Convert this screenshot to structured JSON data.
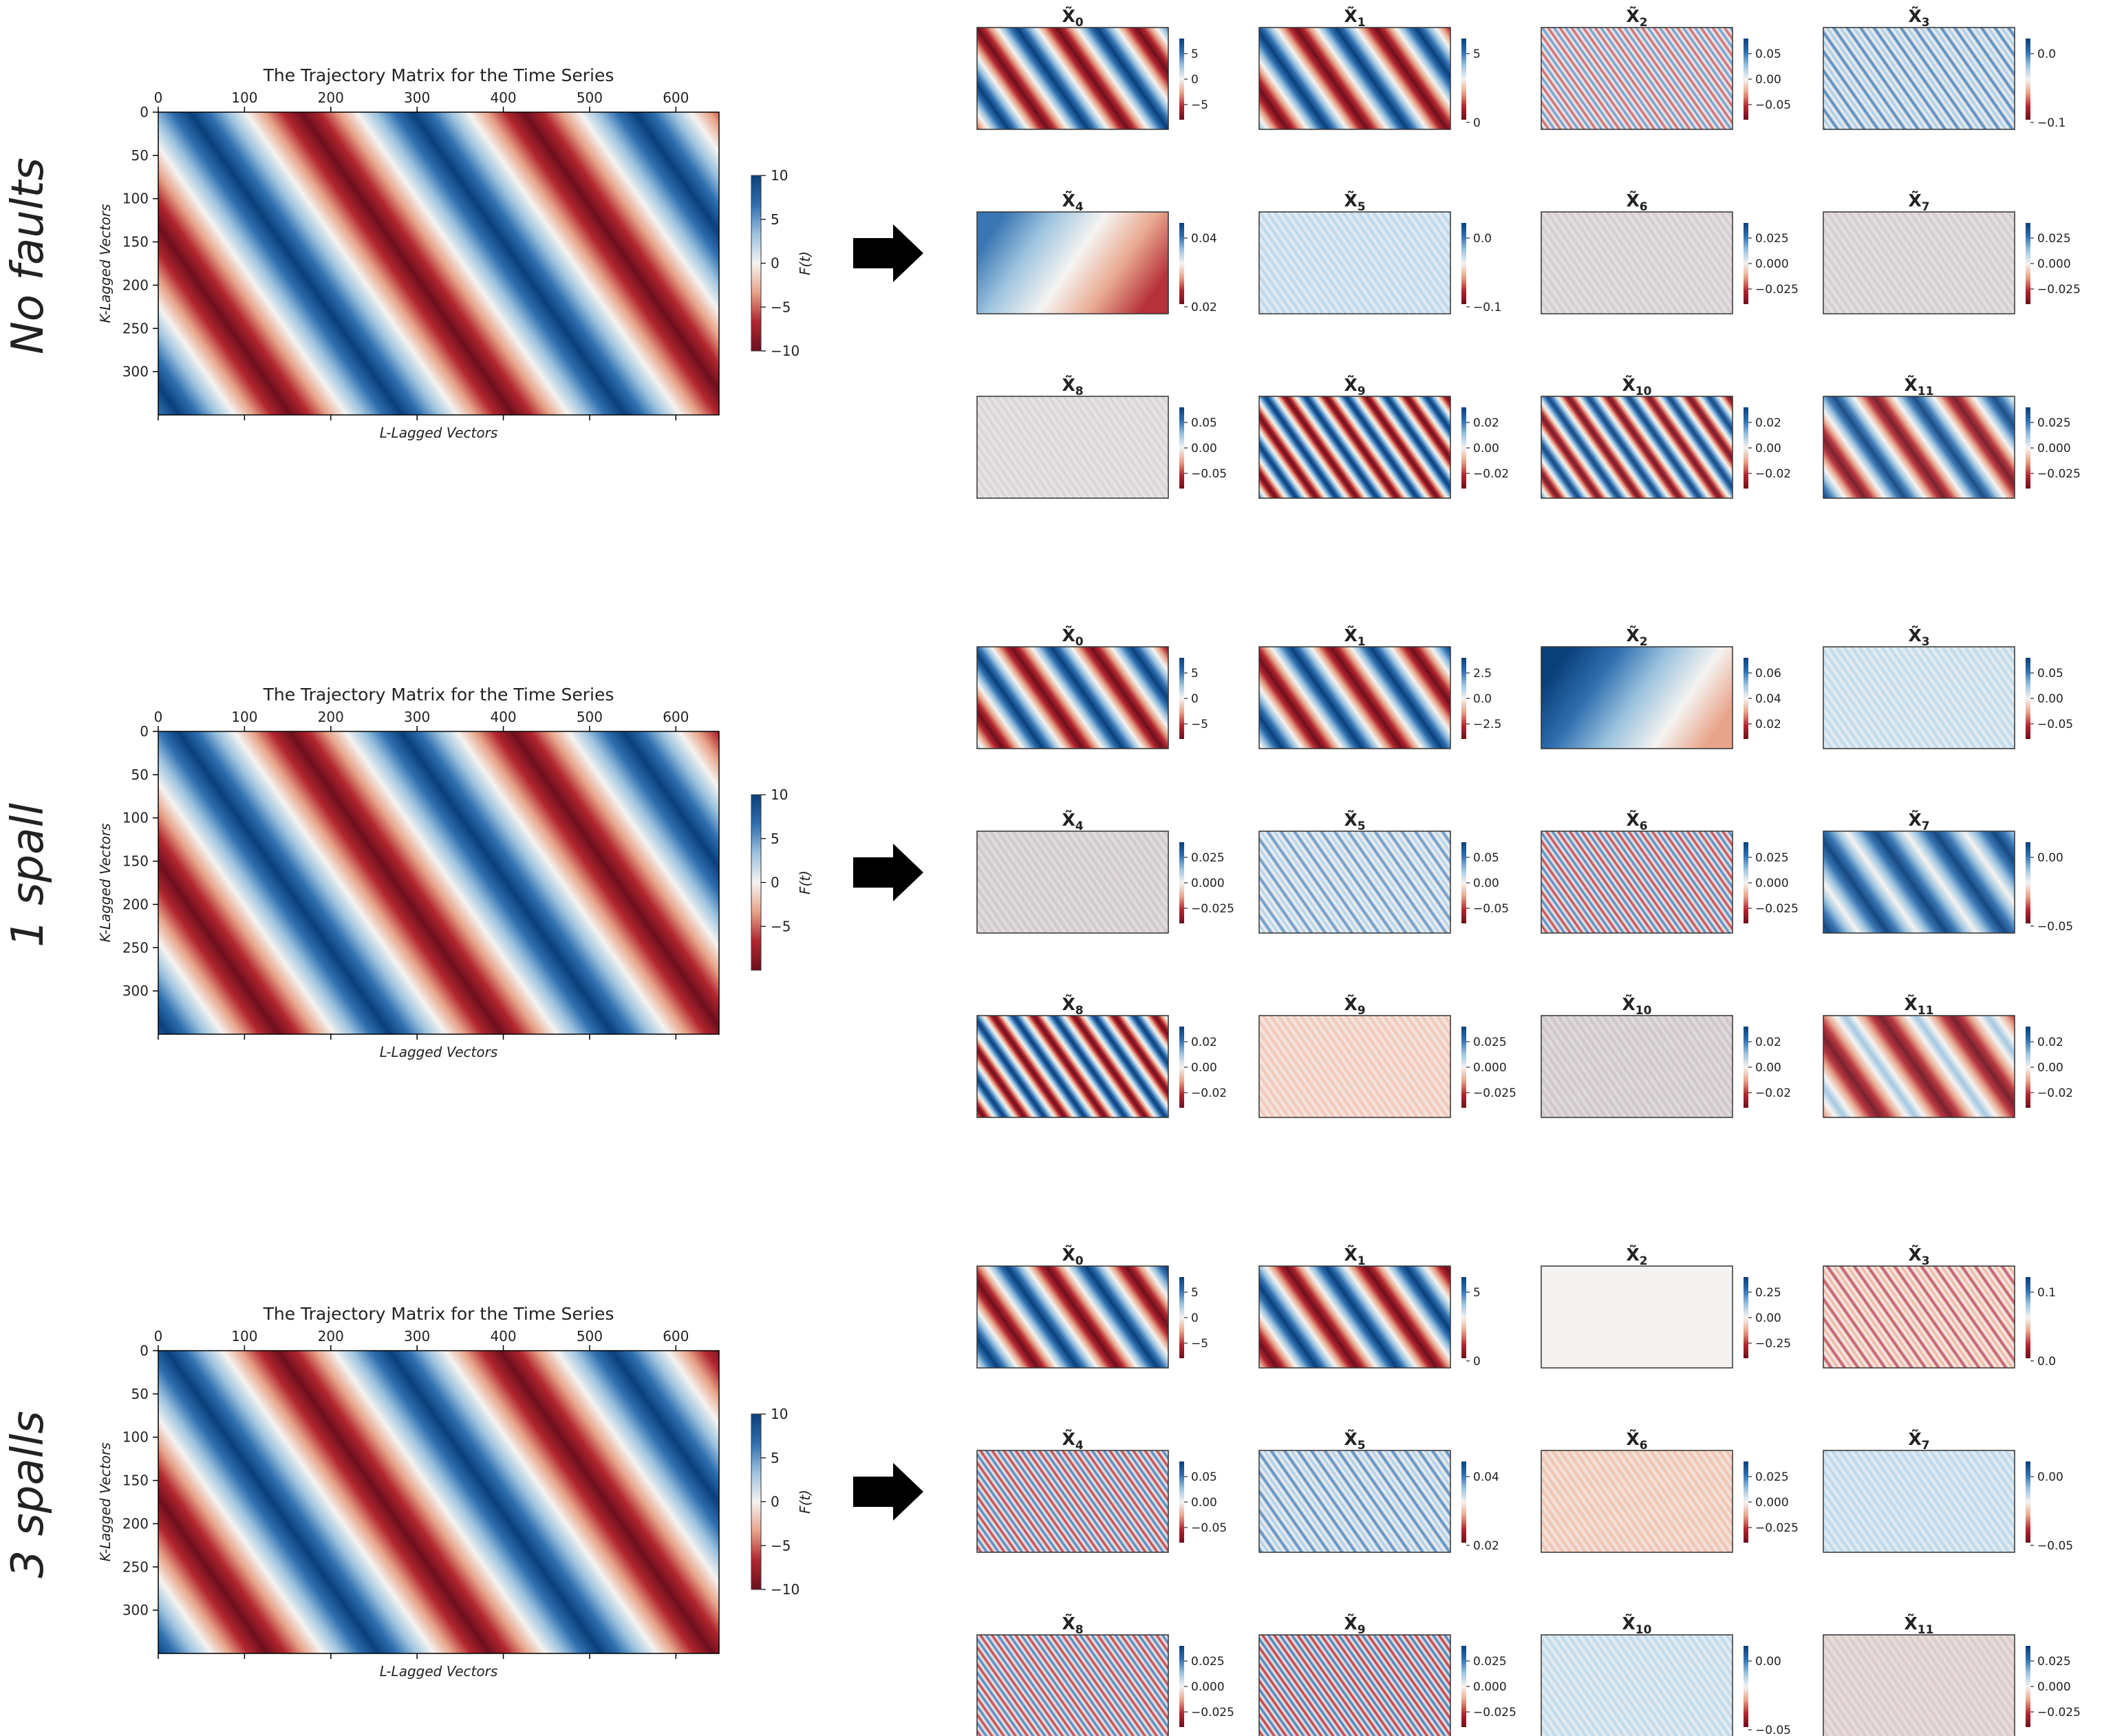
{
  "figure": {
    "rows": [
      {
        "id": "no-faults",
        "row_label": "No faults",
        "main": {
          "title": "The Trajectory Matrix for the Time Series",
          "xlabel": "L-Lagged Vectors",
          "ylabel": "K-Lagged Vectors",
          "cbar_label": "F(t)",
          "xticks": [
            0,
            100,
            200,
            300,
            400,
            500,
            600
          ],
          "yticks": [
            0,
            50,
            100,
            150,
            200,
            250,
            300
          ],
          "cbar_ticks": [
            "10",
            "5",
            "0",
            "−5",
            "−10"
          ]
        },
        "panels": [
          {
            "index": "0",
            "ticks": [
              "5",
              "0",
              "−5"
            ],
            "pattern": "wave-coarse",
            "strength": 1.0
          },
          {
            "index": "1",
            "ticks": [
              "5",
              "0"
            ],
            "pattern": "wave-coarse",
            "strength": 1.0
          },
          {
            "index": "2",
            "ticks": [
              "0.05",
              "0.00",
              "−0.05"
            ],
            "pattern": "fine-stripes",
            "strength": 0.55
          },
          {
            "index": "3",
            "ticks": [
              "0.0",
              "−0.1"
            ],
            "pattern": "fine-stripes-blue",
            "strength": 0.8
          },
          {
            "index": "4",
            "ticks": [
              "0.04",
              "0.02"
            ],
            "pattern": "gradient",
            "strength": 0.9
          },
          {
            "index": "5",
            "ticks": [
              "0.0",
              "−0.1"
            ],
            "pattern": "fine-blue-light",
            "strength": 0.45
          },
          {
            "index": "6",
            "ticks": [
              "0.025",
              "0.000",
              "−0.025"
            ],
            "pattern": "fine-gray",
            "strength": 0.35
          },
          {
            "index": "7",
            "ticks": [
              "0.025",
              "0.000",
              "−0.025"
            ],
            "pattern": "fine-gray",
            "strength": 0.35
          },
          {
            "index": "8",
            "ticks": [
              "0.05",
              "0.00",
              "−0.05"
            ],
            "pattern": "fine-gray",
            "strength": 0.2
          },
          {
            "index": "9",
            "ticks": [
              "0.02",
              "0.00",
              "−0.02"
            ],
            "pattern": "wave-medium",
            "strength": 1.0
          },
          {
            "index": "10",
            "ticks": [
              "0.02",
              "0.00",
              "−0.02"
            ],
            "pattern": "wave-medium",
            "strength": 0.9
          },
          {
            "index": "11",
            "ticks": [
              "0.025",
              "0.000",
              "−0.025"
            ],
            "pattern": "wave-coarse",
            "strength": 0.85
          }
        ]
      },
      {
        "id": "1-spall",
        "row_label": "1 spall",
        "main": {
          "title": "The Trajectory Matrix for the Time Series",
          "xlabel": "L-Lagged Vectors",
          "ylabel": "K-Lagged Vectors",
          "cbar_label": "F(t)",
          "xticks": [
            0,
            100,
            200,
            300,
            400,
            500,
            600
          ],
          "yticks": [
            0,
            50,
            100,
            150,
            200,
            250,
            300
          ],
          "cbar_ticks": [
            "10",
            "5",
            "0",
            "−5"
          ]
        },
        "panels": [
          {
            "index": "0",
            "ticks": [
              "5",
              "0",
              "−5"
            ],
            "pattern": "wave-coarse",
            "strength": 1.0
          },
          {
            "index": "1",
            "ticks": [
              "2.5",
              "0.0",
              "−2.5"
            ],
            "pattern": "wave-coarse",
            "strength": 1.0
          },
          {
            "index": "2",
            "ticks": [
              "0.06",
              "0.04",
              "0.02"
            ],
            "pattern": "gradient-blue",
            "strength": 1.0
          },
          {
            "index": "3",
            "ticks": [
              "0.05",
              "0.00",
              "−0.05"
            ],
            "pattern": "fine-blue-light",
            "strength": 0.4
          },
          {
            "index": "4",
            "ticks": [
              "0.025",
              "0.000",
              "−0.025"
            ],
            "pattern": "fine-gray",
            "strength": 0.45
          },
          {
            "index": "5",
            "ticks": [
              "0.05",
              "0.00",
              "−0.05"
            ],
            "pattern": "fine-stripes-blue",
            "strength": 0.6
          },
          {
            "index": "6",
            "ticks": [
              "0.025",
              "0.000",
              "−0.025"
            ],
            "pattern": "fine-stripes",
            "strength": 0.8
          },
          {
            "index": "7",
            "ticks": [
              "0.00",
              "−0.05"
            ],
            "pattern": "wave-coarse-blue",
            "strength": 0.9
          },
          {
            "index": "8",
            "ticks": [
              "0.02",
              "0.00",
              "−0.02"
            ],
            "pattern": "wave-medium",
            "strength": 1.0
          },
          {
            "index": "9",
            "ticks": [
              "0.025",
              "0.000",
              "−0.025"
            ],
            "pattern": "fine-red-light",
            "strength": 0.35
          },
          {
            "index": "10",
            "ticks": [
              "0.02",
              "0.00",
              "−0.02"
            ],
            "pattern": "fine-gray",
            "strength": 0.5
          },
          {
            "index": "11",
            "ticks": [
              "0.02",
              "0.00",
              "−0.02"
            ],
            "pattern": "wave-coarse-red",
            "strength": 0.85
          }
        ]
      },
      {
        "id": "3-spalls",
        "row_label": "3 spalls",
        "main": {
          "title": "The Trajectory Matrix for the Time Series",
          "xlabel": "L-Lagged Vectors",
          "ylabel": "K-Lagged Vectors",
          "cbar_label": "F(t)",
          "xticks": [
            0,
            100,
            200,
            300,
            400,
            500,
            600
          ],
          "yticks": [
            0,
            50,
            100,
            150,
            200,
            250,
            300
          ],
          "cbar_ticks": [
            "10",
            "5",
            "0",
            "−5",
            "−10"
          ]
        },
        "panels": [
          {
            "index": "0",
            "ticks": [
              "5",
              "0",
              "−5"
            ],
            "pattern": "wave-coarse",
            "strength": 1.0
          },
          {
            "index": "1",
            "ticks": [
              "5",
              "0"
            ],
            "pattern": "wave-coarse",
            "strength": 1.0
          },
          {
            "index": "2",
            "ticks": [
              "0.25",
              "0.00",
              "−0.25"
            ],
            "pattern": "flat",
            "strength": 0.0
          },
          {
            "index": "3",
            "ticks": [
              "0.1",
              "0.0"
            ],
            "pattern": "fine-red-stripes",
            "strength": 0.7
          },
          {
            "index": "4",
            "ticks": [
              "0.05",
              "0.00",
              "−0.05"
            ],
            "pattern": "fine-stripes",
            "strength": 0.85
          },
          {
            "index": "5",
            "ticks": [
              "0.04",
              "0.02"
            ],
            "pattern": "fine-stripes-blue",
            "strength": 0.75
          },
          {
            "index": "6",
            "ticks": [
              "0.025",
              "0.000",
              "−0.025"
            ],
            "pattern": "fine-red-light",
            "strength": 0.45
          },
          {
            "index": "7",
            "ticks": [
              "0.00",
              "−0.05"
            ],
            "pattern": "fine-blue-light",
            "strength": 0.45
          },
          {
            "index": "8",
            "ticks": [
              "0.025",
              "0.000",
              "−0.025"
            ],
            "pattern": "fine-stripes",
            "strength": 0.85
          },
          {
            "index": "9",
            "ticks": [
              "0.025",
              "0.000",
              "−0.025"
            ],
            "pattern": "fine-stripes",
            "strength": 0.95
          },
          {
            "index": "10",
            "ticks": [
              "0.00",
              "−0.05"
            ],
            "pattern": "fine-blue-light",
            "strength": 0.4
          },
          {
            "index": "11",
            "ticks": [
              "0.025",
              "0.000",
              "−0.025"
            ],
            "pattern": "fine-gray-red",
            "strength": 0.35
          }
        ]
      }
    ],
    "colors": {
      "blue_dark": "#0a3f7a",
      "blue": "#2f6fb0",
      "blue_light": "#9cc3df",
      "white": "#f5f3f1",
      "red_light": "#e8a48a",
      "red": "#b2262f",
      "red_dark": "#6e0f1d",
      "arrow": "#000000",
      "frame": "#333333"
    },
    "icons": {
      "arrow": "right-arrow-icon"
    }
  },
  "chart_data": {
    "type": "heatmap",
    "title": "The Trajectory Matrix for the Time Series",
    "xlabel": "L-Lagged Vectors",
    "ylabel": "K-Lagged Vectors",
    "xlim": [
      0,
      650
    ],
    "ylim": [
      350,
      0
    ],
    "colorbar_label": "F(t)",
    "colorbar_range": [
      -10,
      10
    ],
    "rows": [
      "No faults",
      "1 spall",
      "3 spalls"
    ],
    "components_per_row": 12
  }
}
